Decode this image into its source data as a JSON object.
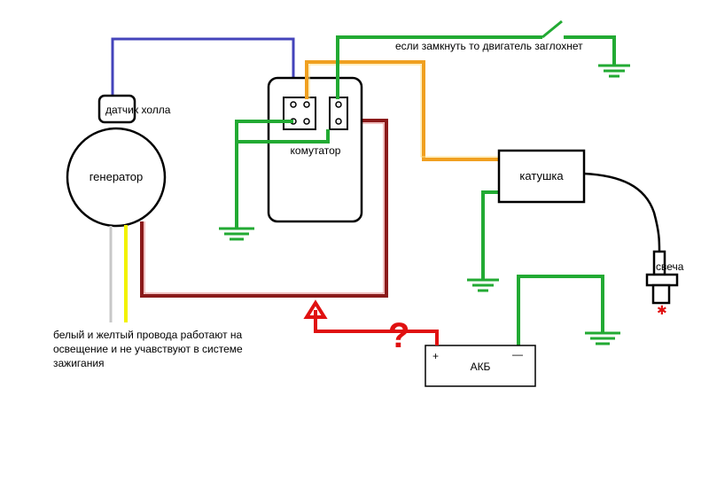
{
  "labels": {
    "hall_sensor": "датчик холла",
    "generator": "генератор",
    "commutator": "комутатор",
    "coil": "катушка",
    "spark_plug": "свеча",
    "battery": "АКБ",
    "battery_plus": "+",
    "battery_minus": "—",
    "kill_switch_note": "если замкнуть то двигатель заглохнет",
    "question_mark": "?",
    "lighting_note_line1": "белый и желтый провода работают на",
    "lighting_note_line2": "освещение и не учавствуют в системе",
    "lighting_note_line3": "зажигания"
  },
  "colors": {
    "ground_wire": "#22aa33",
    "hall_wire": "#4444bb",
    "coil_wire": "#f0a020",
    "power_wire": "#8b1a1a",
    "question_arrow": "#e01010",
    "yellow_wire": "#f2f200",
    "white_wire": "#c8c8c8",
    "outline": "#000000"
  }
}
